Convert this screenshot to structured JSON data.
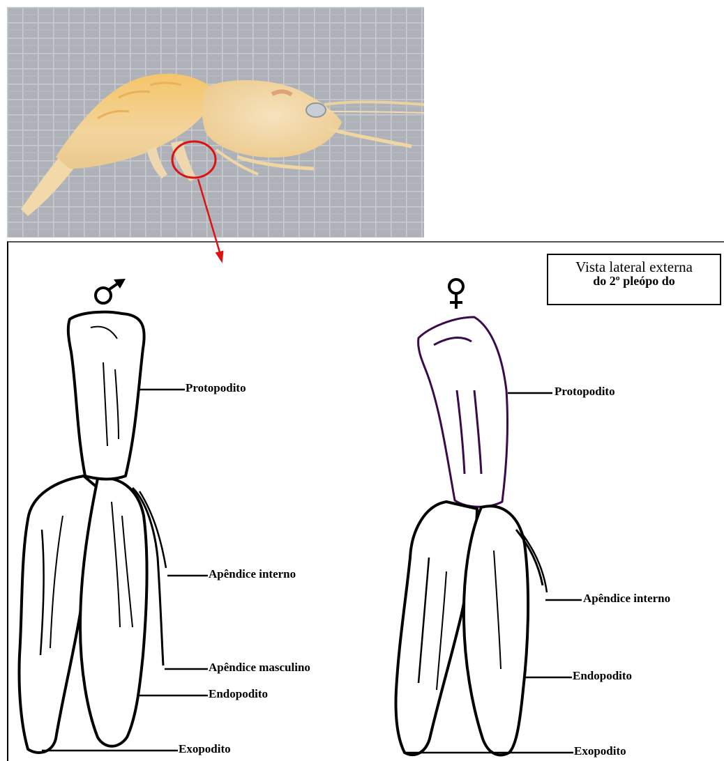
{
  "info_box": {
    "line1": "Vista lateral externa",
    "line2": "do 2º pleópo do"
  },
  "male": {
    "symbol": "♂",
    "labels": {
      "protopodito": "Protopodito",
      "apendice_interno": "Apêndice interno",
      "apendice_masculino": "Apêndice masculino",
      "endopodito": "Endopodito",
      "exopodito": "Exopodito"
    }
  },
  "female": {
    "symbol": "♀",
    "labels": {
      "protopodito": "Protopodito",
      "apendice_interno": "Apêndice interno",
      "endopodito": "Endopodito",
      "exopodito": "Exopodito"
    }
  },
  "colors": {
    "arrow": "#dd1111",
    "highlight_circle": "#dd1111",
    "female_outline": "#3a0a4a",
    "shrimp_body": "#f2c27a",
    "grid_background": "#a8acb2"
  }
}
